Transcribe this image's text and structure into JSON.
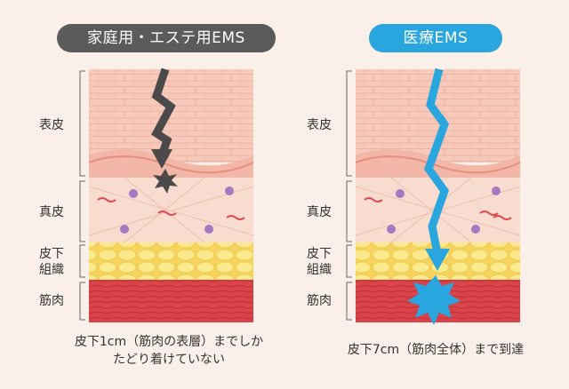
{
  "left_panel": {
    "title": "家庭用・エステ用EMS",
    "layers": {
      "epidermis": "表皮",
      "dermis": "真皮",
      "subcutaneous_line1": "皮下",
      "subcutaneous_line2": "組織",
      "muscle": "筋肉"
    },
    "caption_line1": "皮下1cm（筋肉の表層）までしか",
    "caption_line2": "たどり着けていない"
  },
  "right_panel": {
    "title": "医療EMS",
    "layers": {
      "epidermis": "表皮",
      "dermis": "真皮",
      "subcutaneous_line1": "皮下",
      "subcutaneous_line2": "組織",
      "muscle": "筋肉"
    },
    "caption": "皮下7cm（筋肉全体）まで到達"
  },
  "colors": {
    "background": "#fbefe9",
    "home_ems_arrow": "#4a4a4a",
    "medical_ems_arrow": "#2aa6de",
    "skin_top": "#f4c7b8",
    "dermis": "#f7d8cc",
    "fat": "#f8e27a",
    "muscle": "#d9434a"
  },
  "icons": {
    "home_arrow": "zigzag-arrow-icon",
    "medical_arrow": "zigzag-arrow-icon",
    "impact": "burst-icon"
  }
}
